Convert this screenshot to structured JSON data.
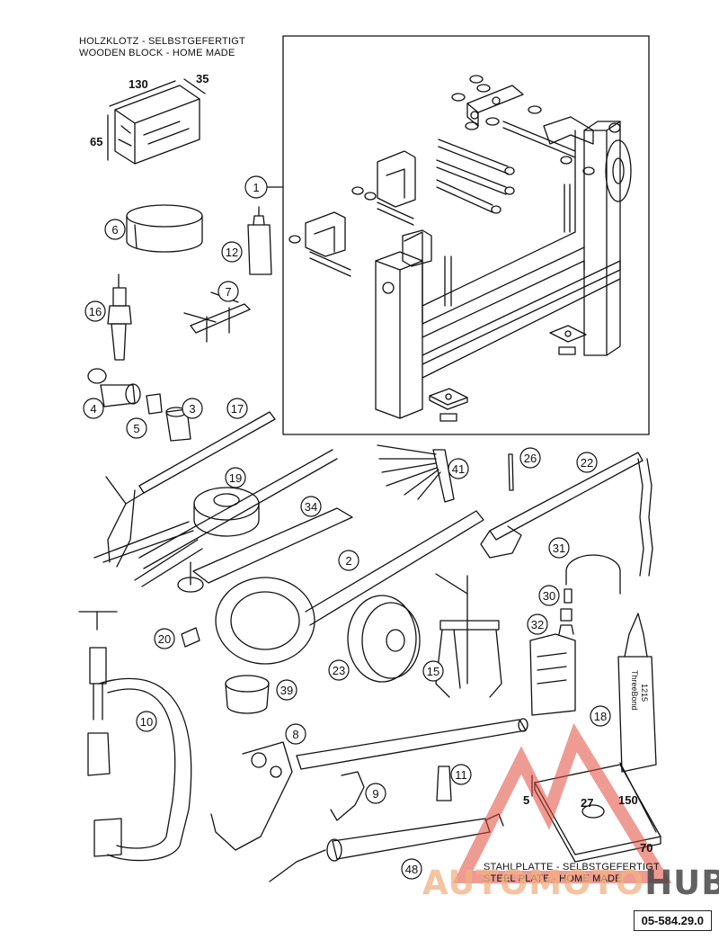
{
  "labels": {
    "wooden_block_de": "HOLZKLOTZ - SELBSTGEFERTIGT",
    "wooden_block_en": "WOODEN BLOCK - HOME MADE",
    "steel_plate_de": "STAHLPLATTE - SELBSTGEFERTIGT",
    "steel_plate_en": "STEEL PLATE - HOME MADE",
    "doc_ref": "05-584.29.0"
  },
  "wooden_block_dims": {
    "length": "130",
    "width": "35",
    "height": "65"
  },
  "steel_plate_dims": {
    "hole": "27",
    "length": "150",
    "width": "70",
    "thickness": "5"
  },
  "callouts": [
    "1",
    "6",
    "12",
    "16",
    "7",
    "4",
    "3",
    "5",
    "17",
    "19",
    "34",
    "41",
    "26",
    "22",
    "2",
    "31",
    "30",
    "32",
    "20",
    "23",
    "39",
    "15",
    "18",
    "10",
    "8",
    "11",
    "9",
    "48"
  ],
  "tube_label": {
    "brand": "ThreeBond",
    "number": "1215"
  },
  "watermark": {
    "part_a": "AUTOMOTO",
    "part_b": "HUB"
  },
  "colors": {
    "ink": "#111111",
    "watermark_red": "#e04a3a",
    "watermark_orange": "#f2b082"
  }
}
